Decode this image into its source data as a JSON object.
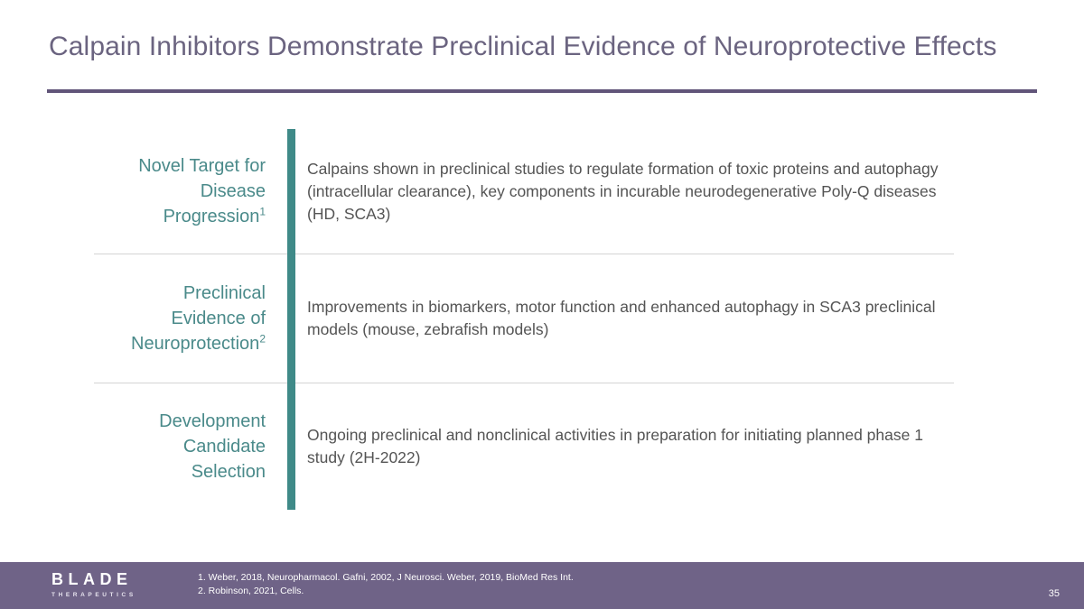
{
  "slide": {
    "title": "Calpain Inhibitors Demonstrate Preclinical Evidence of Neuroprotective Effects",
    "page_number": "35"
  },
  "colors": {
    "title_text": "#6b6480",
    "title_rule": "#615579",
    "accent_bar": "#3f8a88",
    "label_text": "#4a8a8a",
    "body_text": "#545454",
    "footer_band": "#6f6387",
    "separator": "#d4d4d4"
  },
  "rows": [
    {
      "label_line1": "Novel Target for",
      "label_line2": "Disease",
      "label_line3": "Progression",
      "label_superscript": "1",
      "body": "Calpains shown in preclinical studies to regulate formation of toxic proteins and autophagy (intracellular clearance), key components in incurable neurodegenerative Poly-Q diseases (HD, SCA3)"
    },
    {
      "label_line1": "Preclinical",
      "label_line2": "Evidence of",
      "label_line3": "Neuroprotection",
      "label_superscript": "2",
      "body": "Improvements in biomarkers, motor function and enhanced autophagy in SCA3 preclinical models (mouse, zebrafish models)"
    },
    {
      "label_line1": "Development",
      "label_line2": "Candidate",
      "label_line3": "Selection",
      "label_superscript": "",
      "body": "Ongoing preclinical and nonclinical activities in preparation for initiating planned phase 1 study (2H-2022)"
    }
  ],
  "footer": {
    "logo_word": "BLADE",
    "logo_sub": "THERAPEUTICS",
    "citation_1": "1. Weber, 2018, Neuropharmacol. Gafni, 2002, J Neurosci. Weber, 2019, BioMed Res Int.",
    "citation_2": "2. Robinson, 2021, Cells."
  }
}
